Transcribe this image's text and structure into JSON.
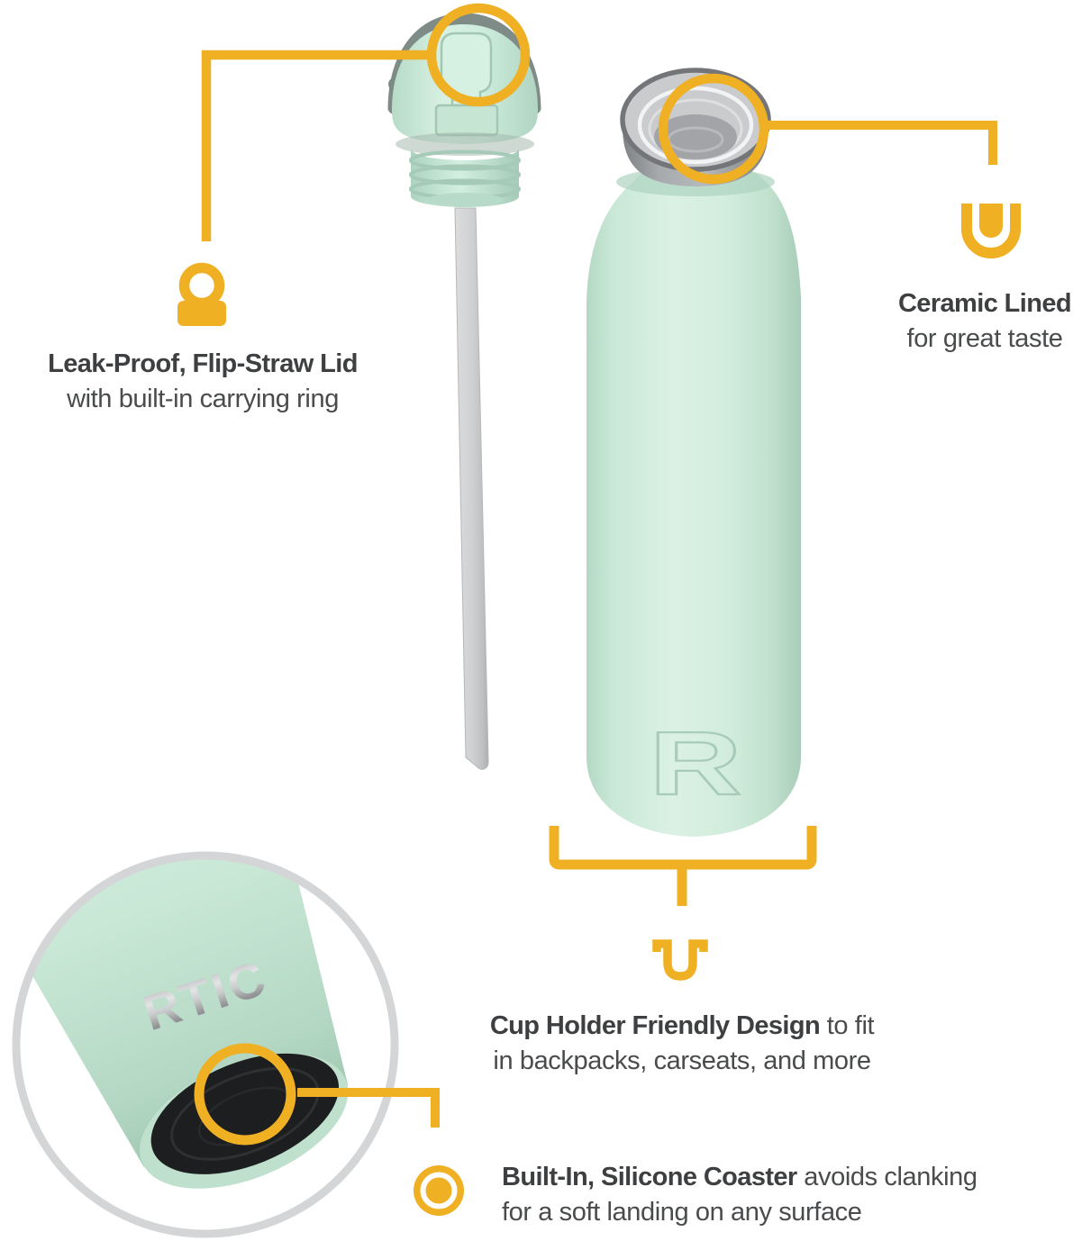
{
  "page": {
    "background": "#ffffff"
  },
  "colors": {
    "accent_yellow": "#F0B024",
    "bottle_mint": "#CFEDDE",
    "bottle_mint_shadow": "#AED3BF",
    "steel_gray": "#9B9DA0",
    "straw_gray": "#CFD1D3",
    "coaster_black": "#1D1E1F",
    "title_text": "#3D3F40",
    "body_text": "#494B4C",
    "inset_ring_gray": "#D4D5D6"
  },
  "brand": {
    "logo_text": "RTIC",
    "emboss_letter": "R"
  },
  "callouts": {
    "lid": {
      "icon": "carrying-ring-icon",
      "title": "Leak-Proof, Flip-Straw Lid",
      "subtitle": "with built-in carrying ring"
    },
    "ceramic": {
      "icon": "ceramic-liner-icon",
      "title": "Ceramic Lined",
      "subtitle": "for great taste"
    },
    "cup_holder": {
      "icon": "cup-holder-icon",
      "title_bold": "Cup Holder Friendly Design",
      "title_rest": " to fit",
      "line2": "in backpacks, carseats, and more"
    },
    "coaster": {
      "icon": "coaster-icon",
      "title_bold": "Built-In, Silicone Coaster",
      "title_rest": " avoids clanking",
      "line2": "for a soft landing on any surface"
    }
  }
}
